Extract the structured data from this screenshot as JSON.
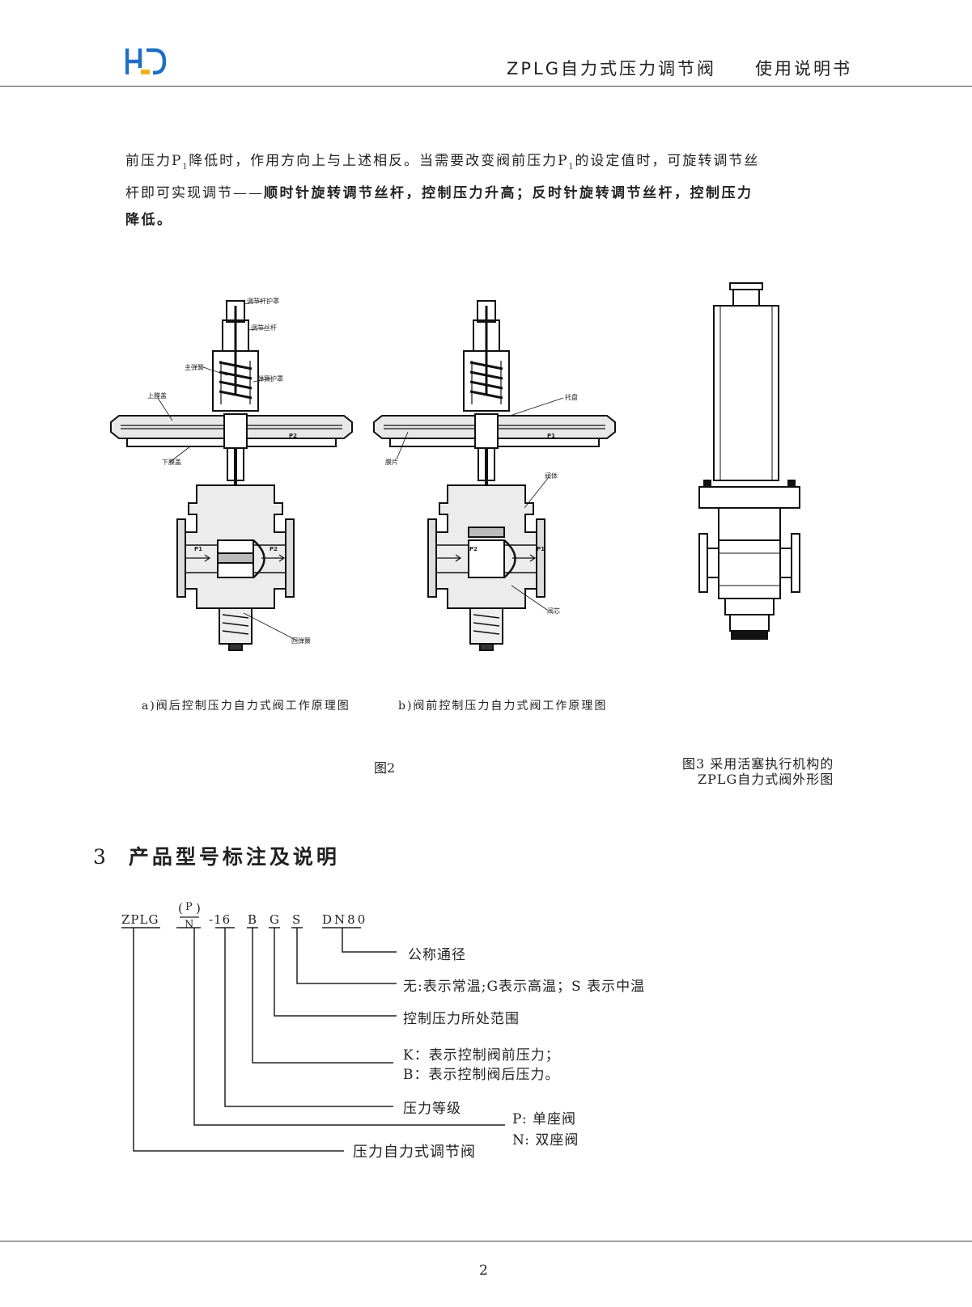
{
  "header": {
    "title": "ZPLG自力式压力调节阀",
    "subtitle": "使用说明书",
    "brand_colors": {
      "blue": "#1f6fc4",
      "yellow": "#f2b01e"
    }
  },
  "body_text": {
    "line1_a": "前压力P",
    "line1_sub1": "1",
    "line1_b": "降低时，作用方向上与上述相反。当需要改变阀前压力P",
    "line1_sub2": "1",
    "line1_c": "的设定值时，可旋转调节丝",
    "line2_a": "杆即可实现调节——",
    "line2_bold": "顺时针旋转调节丝杆，控制压力升高；反时针旋转调节丝杆，控制压力",
    "line3": "降低。"
  },
  "figure2": {
    "labels_a": {
      "adjust_cover": "调节杆护罩",
      "adjust_screw": "调节丝杆",
      "main_spring": "主弹簧",
      "spring_cover": "弹簧护罩",
      "upper_membrane_cover": "上膜盖",
      "lower_membrane_cover": "下膜盖",
      "p2_chamber": "P2",
      "p1_in": "P1",
      "p2_out": "P2",
      "return_spring": "回弹簧"
    },
    "labels_b": {
      "tray": "托盘",
      "membrane": "膜片",
      "p1_chamber": "P1",
      "valve_body": "阀体",
      "valve_core": "阀芯",
      "p2_in": "P2",
      "p1_out": "P1"
    },
    "caption_a": "a)阀后控制压力自力式阀工作原理图",
    "caption_b": "b)阀前控制压力自力式阀工作原理图",
    "caption": "图2"
  },
  "figure3": {
    "caption_line1": "图3 采用活塞执行机构的",
    "caption_line2": "ZPLG自力式阀外形图"
  },
  "section": {
    "number": "3",
    "title": "产品型号标注及说明"
  },
  "model_code": {
    "series": "ZPLG",
    "seat_p": "P",
    "seat_n": "N",
    "pressure_class": "-16",
    "control_position": "B",
    "pressure_range": "G",
    "temperature": "S",
    "nominal_size": "DN80",
    "desc_nominal_size": "公称通径",
    "desc_temperature": "无:表示常温;G表示高温；S 表示中温",
    "desc_range": "控制压力所处范围",
    "desc_control_k": "K：表示控制阀前压力；",
    "desc_control_b": "B：表示控制阀后压力。",
    "desc_pressure_class": "压力等级",
    "desc_seat_p": "P: 单座阀",
    "desc_seat_n": "N: 双座阀",
    "desc_series": "压力自力式调节阀"
  },
  "footer": {
    "page_number": "2"
  }
}
